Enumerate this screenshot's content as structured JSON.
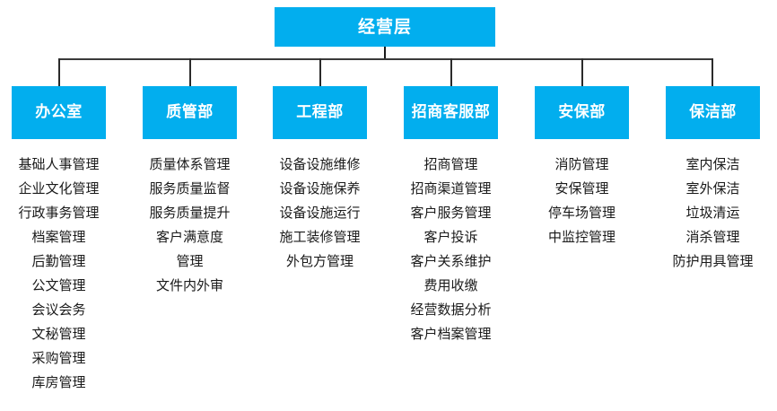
{
  "chart": {
    "type": "org-chart",
    "title": "经营层",
    "accent_color": "#02aeee",
    "box_text_color": "#ffffff",
    "item_text_color": "#1a1a1a",
    "line_color": "#2b2b2b",
    "background_color": "#ffffff"
  },
  "root": {
    "label": "经营层"
  },
  "departments": [
    {
      "label": "办公室",
      "items": [
        "基础人事管理",
        "企业文化管理",
        "行政事务管理",
        "档案管理",
        "后勤管理",
        "公文管理",
        "会议会务",
        "文秘管理",
        "采购管理",
        "库房管理"
      ]
    },
    {
      "label": "质管部",
      "items": [
        "质量体系管理",
        "服务质量监督",
        "服务质量提升",
        "客户满意度",
        "管理",
        "文件内外审"
      ]
    },
    {
      "label": "工程部",
      "items": [
        "设备设施维修",
        "设备设施保养",
        "设备设施运行",
        "施工装修管理",
        "外包方管理"
      ]
    },
    {
      "label": "招商客服部",
      "items": [
        "招商管理",
        "招商渠道管理",
        "客户服务管理",
        "客户投诉",
        "客户关系维护",
        "费用收缴",
        "经营数据分析",
        "客户档案管理"
      ]
    },
    {
      "label": "安保部",
      "items": [
        "消防管理",
        "安保管理",
        "停车场管理",
        "中监控管理"
      ]
    },
    {
      "label": "保洁部",
      "items": [
        "室内保洁",
        "室外保洁",
        "垃圾清运",
        "消杀管理",
        "防护用具管理"
      ]
    }
  ]
}
